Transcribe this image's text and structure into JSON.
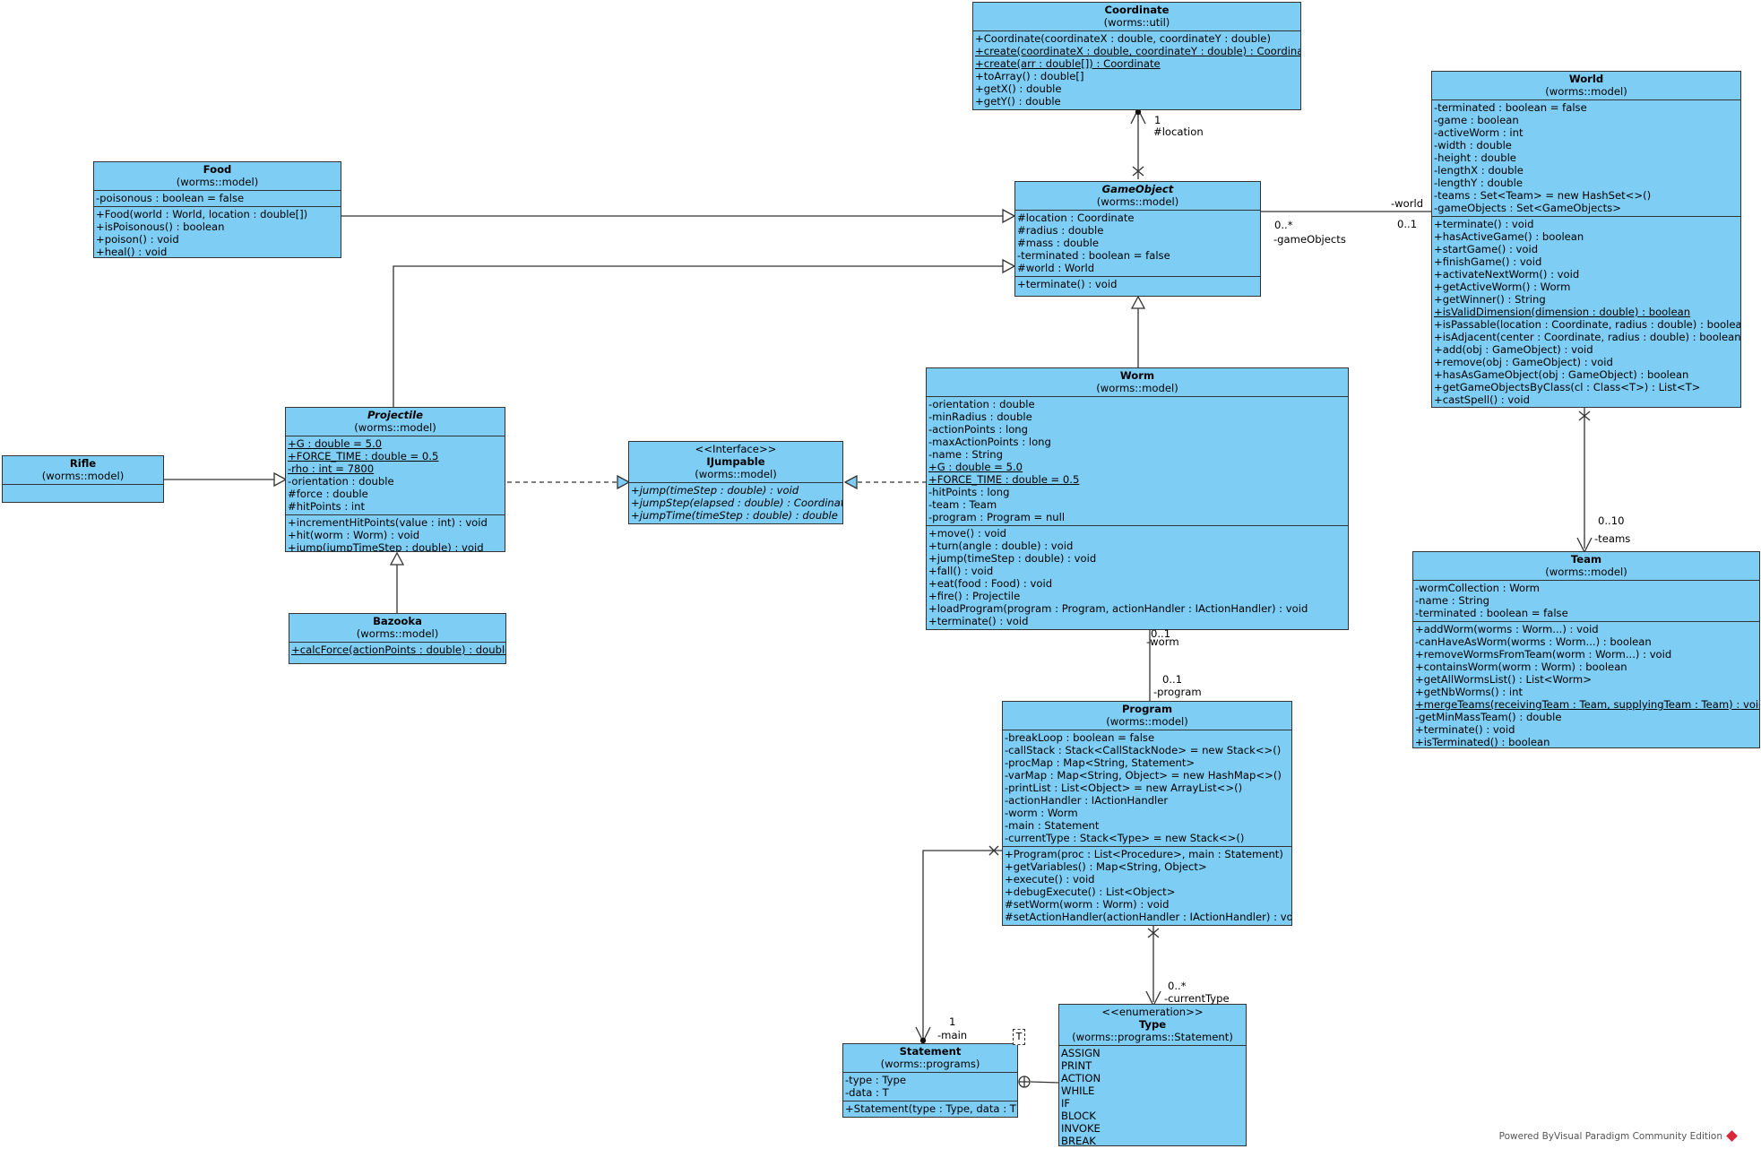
{
  "classes": {
    "coordinate": {
      "name": "Coordinate",
      "pkg": "(worms::util)",
      "ops": [
        {
          "t": "+Coordinate(coordinateX : double, coordinateY : double)"
        },
        {
          "t": "+create(coordinateX : double, coordinateY : double) : Coordinate",
          "st": true
        },
        {
          "t": "+create(arr : double[]) : Coordinate",
          "st": true
        },
        {
          "t": "+toArray() : double[]"
        },
        {
          "t": "+getX() : double"
        },
        {
          "t": "+getY() : double"
        }
      ]
    },
    "food": {
      "name": "Food",
      "pkg": "(worms::model)",
      "attrs": [
        {
          "t": "-poisonous : boolean = false"
        }
      ],
      "ops": [
        {
          "t": "+Food(world : World, location : double[])"
        },
        {
          "t": "+isPoisonous() : boolean"
        },
        {
          "t": "+poison() : void"
        },
        {
          "t": "+heal() : void"
        }
      ]
    },
    "gameobject": {
      "name": "GameObject",
      "pkg": "(worms::model)",
      "attrs": [
        {
          "t": "#location : Coordinate"
        },
        {
          "t": "#radius : double"
        },
        {
          "t": "#mass : double"
        },
        {
          "t": "-terminated : boolean = false"
        },
        {
          "t": "#world : World"
        }
      ],
      "ops": [
        {
          "t": "+terminate() : void"
        }
      ]
    },
    "world": {
      "name": "World",
      "pkg": "(worms::model)",
      "attrs": [
        {
          "t": "-terminated : boolean = false"
        },
        {
          "t": "-game : boolean"
        },
        {
          "t": "-activeWorm : int"
        },
        {
          "t": "-width : double"
        },
        {
          "t": "-height : double"
        },
        {
          "t": "-lengthX : double"
        },
        {
          "t": "-lengthY : double"
        },
        {
          "t": "-teams : Set<Team> = new HashSet<>()"
        },
        {
          "t": "-gameObjects : Set<GameObjects>"
        }
      ],
      "ops": [
        {
          "t": "+terminate() : void"
        },
        {
          "t": "+hasActiveGame() : boolean"
        },
        {
          "t": "+startGame() : void"
        },
        {
          "t": "+finishGame() : void"
        },
        {
          "t": "+activateNextWorm() : void"
        },
        {
          "t": "+getActiveWorm() : Worm"
        },
        {
          "t": "+getWinner() : String"
        },
        {
          "t": "+isValidDimension(dimension : double) : boolean",
          "st": true
        },
        {
          "t": "+isPassable(location : Coordinate, radius : double) : boolean"
        },
        {
          "t": "+isAdjacent(center : Coordinate, radius : double) : boolean"
        },
        {
          "t": "+add(obj : GameObject) : void"
        },
        {
          "t": "+remove(obj : GameObject) : void"
        },
        {
          "t": "+hasAsGameObject(obj : GameObject) : boolean"
        },
        {
          "t": "+getGameObjectsByClass(cl : Class<T>) : List<T>"
        },
        {
          "t": "+castSpell() : void"
        }
      ]
    },
    "projectile": {
      "name": "Projectile",
      "pkg": "(worms::model)",
      "attrs": [
        {
          "t": "+G : double = 5.0",
          "st": true
        },
        {
          "t": "+FORCE_TIME : double = 0.5",
          "st": true
        },
        {
          "t": "-rho : int = 7800",
          "st": true
        },
        {
          "t": "-orientation : double"
        },
        {
          "t": "#force : double"
        },
        {
          "t": "#hitPoints : int"
        }
      ],
      "ops": [
        {
          "t": "+incrementHitPoints(value : int) : void"
        },
        {
          "t": "+hit(worm : Worm) : void"
        },
        {
          "t": "+jump(jumpTimeStep : double) : void"
        }
      ]
    },
    "rifle": {
      "name": "Rifle",
      "pkg": "(worms::model)"
    },
    "ijumpable": {
      "stereo": "<<Interface>>",
      "name": "IJumpable",
      "pkg": "(worms::model)",
      "ops": [
        {
          "t": "+jump(timeStep : double) : void",
          "ab": true
        },
        {
          "t": "+jumpStep(elapsed : double) : Coordinate",
          "ab": true
        },
        {
          "t": "+jumpTime(timeStep : double) : double",
          "ab": true
        }
      ]
    },
    "worm": {
      "name": "Worm",
      "pkg": "(worms::model)",
      "attrs": [
        {
          "t": "-orientation : double"
        },
        {
          "t": "-minRadius : double"
        },
        {
          "t": "-actionPoints : long"
        },
        {
          "t": "-maxActionPoints : long"
        },
        {
          "t": "-name : String"
        },
        {
          "t": "+G : double = 5.0",
          "st": true
        },
        {
          "t": "+FORCE_TIME : double = 0.5",
          "st": true
        },
        {
          "t": "-hitPoints : long"
        },
        {
          "t": "-team : Team"
        },
        {
          "t": "-program : Program = null"
        }
      ],
      "ops": [
        {
          "t": "+move() : void"
        },
        {
          "t": "+turn(angle : double) : void"
        },
        {
          "t": "+jump(timeStep : double) : void"
        },
        {
          "t": "+fall() : void"
        },
        {
          "t": "+eat(food : Food) : void"
        },
        {
          "t": "+fire() : Projectile"
        },
        {
          "t": "+loadProgram(program : Program, actionHandler : IActionHandler) : void"
        },
        {
          "t": "+terminate() : void"
        }
      ]
    },
    "bazooka": {
      "name": "Bazooka",
      "pkg": "(worms::model)",
      "ops": [
        {
          "t": "+calcForce(actionPoints : double) : double",
          "st": true
        }
      ]
    },
    "team": {
      "name": "Team",
      "pkg": "(worms::model)",
      "attrs": [
        {
          "t": "-wormCollection : Worm"
        },
        {
          "t": "-name : String"
        },
        {
          "t": "-terminated : boolean = false"
        }
      ],
      "ops": [
        {
          "t": "+addWorm(worms : Worm...) : void"
        },
        {
          "t": "-canHaveAsWorm(worms : Worm...) : boolean"
        },
        {
          "t": "+removeWormsFromTeam(worm : Worm...) : void"
        },
        {
          "t": "+containsWorm(worm : Worm) : boolean"
        },
        {
          "t": "+getAllWormsList() : List<Worm>"
        },
        {
          "t": "+getNbWorms() : int"
        },
        {
          "t": "+mergeTeams(receivingTeam : Team, supplyingTeam : Team) : void",
          "st": true
        },
        {
          "t": "-getMinMassTeam() : double"
        },
        {
          "t": "+terminate() : void"
        },
        {
          "t": "+isTerminated() : boolean"
        }
      ]
    },
    "program": {
      "name": "Program",
      "pkg": "(worms::model)",
      "attrs": [
        {
          "t": "-breakLoop : boolean = false"
        },
        {
          "t": "-callStack : Stack<CallStackNode> = new Stack<>()"
        },
        {
          "t": "-procMap : Map<String, Statement>"
        },
        {
          "t": "-varMap : Map<String, Object> = new HashMap<>()"
        },
        {
          "t": "-printList : List<Object> = new ArrayList<>()"
        },
        {
          "t": "-actionHandler : IActionHandler"
        },
        {
          "t": "-worm : Worm"
        },
        {
          "t": "-main : Statement"
        },
        {
          "t": "-currentType : Stack<Type> = new Stack<>()"
        }
      ],
      "ops": [
        {
          "t": "+Program(proc : List<Procedure>, main : Statement)"
        },
        {
          "t": "+getVariables() : Map<String, Object>"
        },
        {
          "t": "+execute() : void"
        },
        {
          "t": "+debugExecute() : List<Object>"
        },
        {
          "t": "#setWorm(worm : Worm) : void"
        },
        {
          "t": "#setActionHandler(actionHandler : IActionHandler) : void"
        }
      ]
    },
    "statement": {
      "name": "Statement",
      "pkg": "(worms::programs)",
      "attrs": [
        {
          "t": "-type : Type"
        },
        {
          "t": "-data : T"
        }
      ],
      "ops": [
        {
          "t": "+Statement(type : Type, data : T)"
        }
      ]
    },
    "type": {
      "stereo": "<<enumeration>>",
      "name": "Type",
      "pkg": "(worms::programs::Statement)",
      "literals": [
        {
          "t": "ASSIGN"
        },
        {
          "t": "PRINT"
        },
        {
          "t": "ACTION"
        },
        {
          "t": "WHILE"
        },
        {
          "t": "IF"
        },
        {
          "t": "BLOCK"
        },
        {
          "t": "INVOKE"
        },
        {
          "t": "BREAK"
        }
      ]
    }
  },
  "labels": {
    "loc_mult": "1",
    "loc_role": "#location",
    "go_mult": "0..*",
    "go_role": "-gameObjects",
    "world_role": "-world",
    "world_mult": "0..1",
    "teams_mult": "0..10",
    "teams_role": "-teams",
    "worm_mult": "0..1",
    "worm_role": "-worm",
    "prog_mult": "0..1",
    "prog_role": "-program",
    "ct_mult": "0..*",
    "ct_role": "-currentType",
    "main_mult": "1",
    "main_role": "-main",
    "tparam": "T"
  },
  "footer": "Powered ByVisual Paradigm Community Edition"
}
